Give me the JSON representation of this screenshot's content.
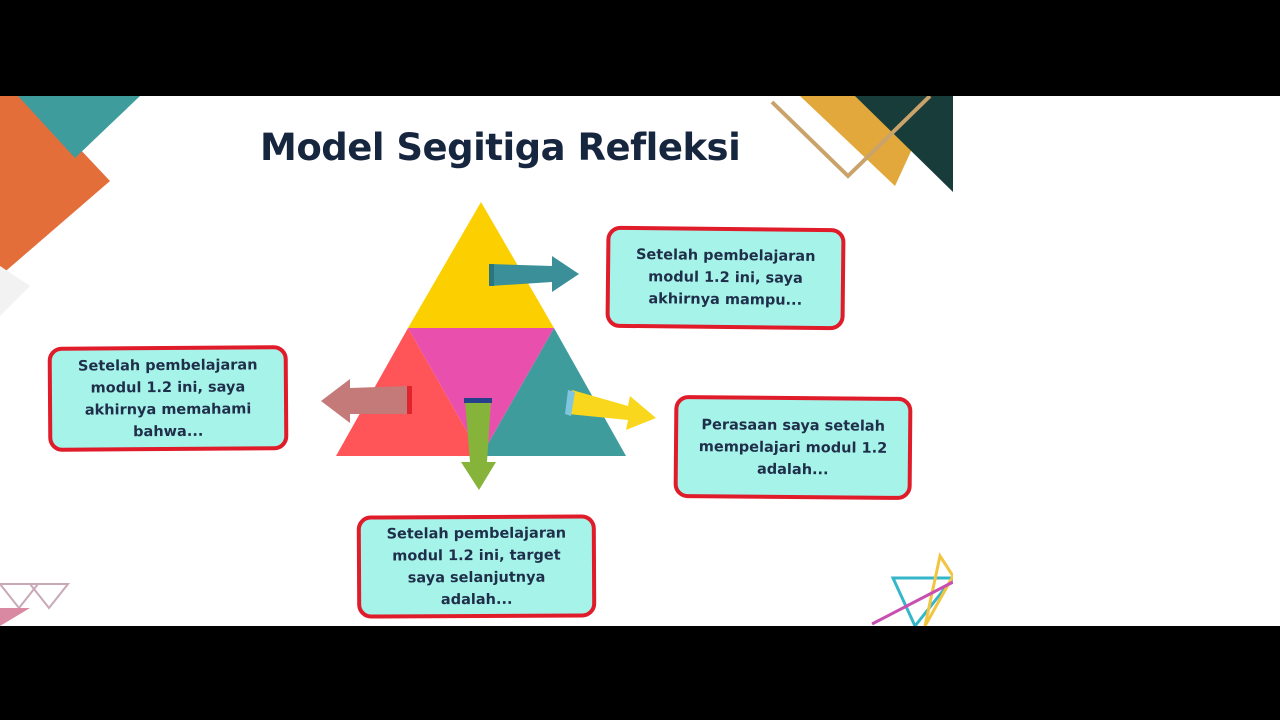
{
  "slide": {
    "title": "Model Segitiga Refleksi"
  },
  "notes": {
    "top_right": "Setelah pembelajaran modul 1.2 ini, saya akhirnya mampu...",
    "left": "Setelah pembelajaran modul 1.2 ini, saya akhirnya memahami bahwa...",
    "right": "Perasaan saya setelah mempelajari modul 1.2 adalah...",
    "bottom": "Setelah pembelajaran modul 1.2 ini, target saya selanjutnya adalah..."
  },
  "colors": {
    "letterbox": "#000000",
    "title": "#17263f",
    "note_fill": "#a6f3ea",
    "note_border": "#e01b2a",
    "triangle_top": "#fccf00",
    "triangle_left": "#ff5458",
    "triangle_center": "#e94fad",
    "triangle_right": "#3e9c9c",
    "arrow_teal": "#3a8f99",
    "arrow_rose": "#c47a78",
    "arrow_yellow": "#f9d71c",
    "arrow_green": "#86b43a"
  }
}
